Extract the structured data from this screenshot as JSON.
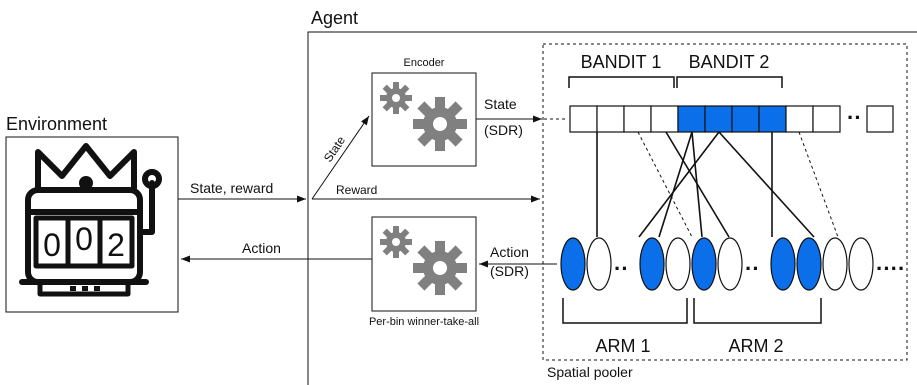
{
  "labels": {
    "agent": "Agent",
    "environment": "Environment",
    "state_reward": "State, reward",
    "action": "Action",
    "encoder": "Encoder",
    "state_diag": "State",
    "state_sdr_line1": "State",
    "state_sdr_line2": "(SDR)",
    "reward": "Reward",
    "action_sdr_line1": "Action",
    "action_sdr_line2": "(SDR)",
    "per_bin": "Per-bin winner-take-all",
    "bandit1": "BANDIT 1",
    "bandit2": "BANDIT 2",
    "arm1": "ARM 1",
    "arm2": "ARM 2",
    "spatial_pooler": "Spatial pooler",
    "slot_digits": [
      "0",
      "0",
      "2"
    ],
    "state_dots": "··",
    "arm_dots": "··",
    "end_dots": "····"
  },
  "colors": {
    "active": "#0a6fe8",
    "gear": "#808080",
    "line": "#111111"
  },
  "icons": {
    "slot": "slot-machine-icon",
    "encoder": "gears-icon",
    "wta": "gears-icon"
  }
}
